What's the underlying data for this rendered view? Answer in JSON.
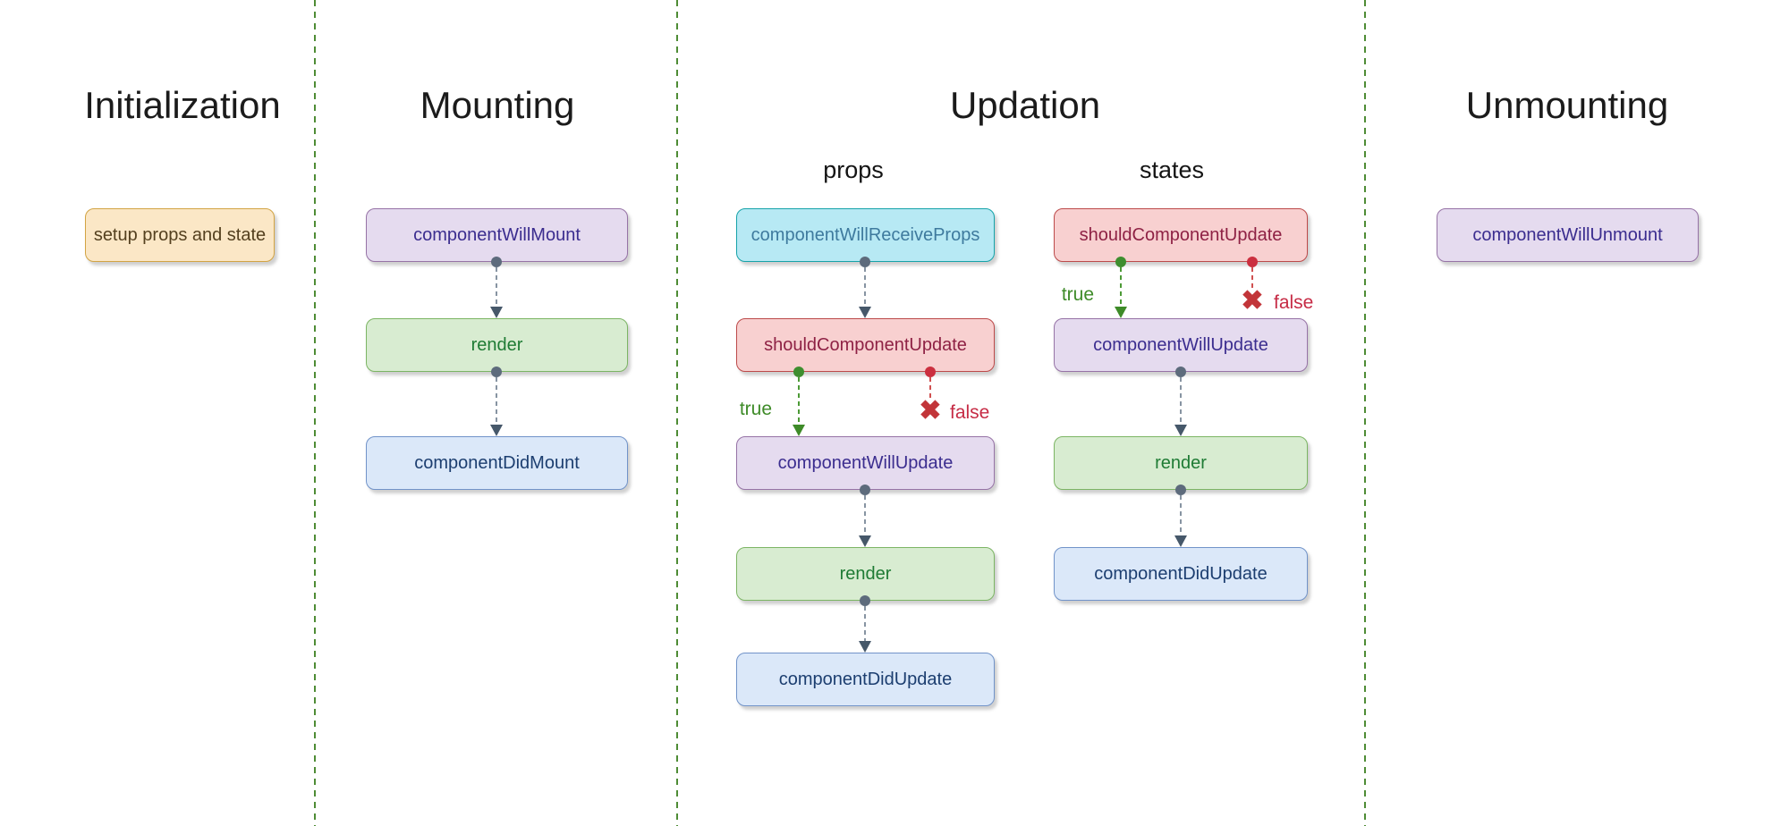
{
  "sections": [
    {
      "title": "Initialization"
    },
    {
      "title": "Mounting"
    },
    {
      "title": "Updation",
      "subsections": [
        {
          "title": "props"
        },
        {
          "title": "states"
        }
      ]
    },
    {
      "title": "Unmounting"
    }
  ],
  "nodes": [
    {
      "id": "init-setup",
      "label": "setup props and state",
      "kind": "setup"
    },
    {
      "id": "mount-will-mount",
      "label": "componentWillMount",
      "kind": "will"
    },
    {
      "id": "mount-render",
      "label": "render",
      "kind": "render"
    },
    {
      "id": "mount-did-mount",
      "label": "componentDidMount",
      "kind": "did"
    },
    {
      "id": "props-will-receive",
      "label": "componentWillReceiveProps",
      "kind": "receive"
    },
    {
      "id": "props-should-update",
      "label": "shouldComponentUpdate",
      "kind": "should"
    },
    {
      "id": "props-will-update",
      "label": "componentWillUpdate",
      "kind": "will"
    },
    {
      "id": "props-render",
      "label": "render",
      "kind": "render"
    },
    {
      "id": "props-did-update",
      "label": "componentDidUpdate",
      "kind": "did"
    },
    {
      "id": "states-should-update",
      "label": "shouldComponentUpdate",
      "kind": "should"
    },
    {
      "id": "states-will-update",
      "label": "componentWillUpdate",
      "kind": "will"
    },
    {
      "id": "states-render",
      "label": "render",
      "kind": "render"
    },
    {
      "id": "states-did-update",
      "label": "componentDidUpdate",
      "kind": "did"
    },
    {
      "id": "unmount-will-unmount",
      "label": "componentWillUnmount",
      "kind": "will"
    }
  ],
  "edges": [
    {
      "from": "mount-will-mount",
      "to": "mount-render",
      "label": ""
    },
    {
      "from": "mount-render",
      "to": "mount-did-mount",
      "label": ""
    },
    {
      "from": "props-will-receive",
      "to": "props-should-update",
      "label": ""
    },
    {
      "from": "props-should-update",
      "to": "props-will-update",
      "label": "true"
    },
    {
      "from": "props-should-update",
      "to": "stop",
      "label": "false"
    },
    {
      "from": "props-will-update",
      "to": "props-render",
      "label": ""
    },
    {
      "from": "props-render",
      "to": "props-did-update",
      "label": ""
    },
    {
      "from": "states-should-update",
      "to": "states-will-update",
      "label": "true"
    },
    {
      "from": "states-should-update",
      "to": "stop",
      "label": "false"
    },
    {
      "from": "states-will-update",
      "to": "states-render",
      "label": ""
    },
    {
      "from": "states-render",
      "to": "states-did-update",
      "label": ""
    }
  ],
  "edge_labels": {
    "true_label": "true",
    "false_label": "false"
  },
  "false_marker": "✖",
  "colors": {
    "background": "#ffffff",
    "separator": "#4e8c35",
    "heading_text": "#1b1b1b",
    "palette": {
      "setup": {
        "fill": "#fbe7c6",
        "border": "#d2a444",
        "text": "#54401f"
      },
      "will": {
        "fill": "#e5dbef",
        "border": "#9673a6",
        "text": "#3b2d8f"
      },
      "render": {
        "fill": "#d8ecd1",
        "border": "#7cb564",
        "text": "#1e7b34"
      },
      "did": {
        "fill": "#dbe8f9",
        "border": "#7193c9",
        "text": "#1c3e70"
      },
      "receive": {
        "fill": "#b7e9f4",
        "border": "#16a3a9",
        "text": "#3e7a9e"
      },
      "should": {
        "fill": "#f8d0d0",
        "border": "#bc4a4a",
        "text": "#8e2144"
      }
    },
    "edge": {
      "flow_line": "#8794a2",
      "flow_dot": "#5d6b7c",
      "flow_arrow": "#46586a",
      "true_line": "#4c9a36",
      "true_dot": "#3e8e2f",
      "true_arrow": "#3e8b28",
      "true_text": "#3e8b28",
      "false_line": "#d05050",
      "false_dot": "#cb2f3f",
      "false_text": "#c62b45",
      "x_mark": "#c23539"
    }
  }
}
